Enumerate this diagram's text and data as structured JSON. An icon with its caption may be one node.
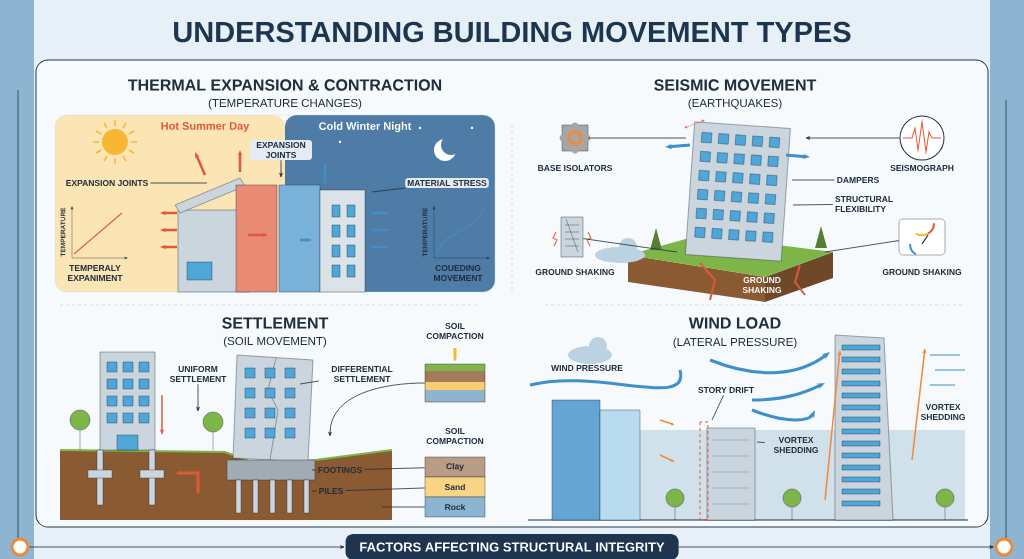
{
  "diagram": {
    "title": "UNDERSTANDING BUILDING MOVEMENT TYPES",
    "nodes": [
      {
        "text": [
          "Hot Summer Day",
          "Cold Winter Night"
        ]
      },
      {
        "text": [
          "EXPANSION JOINTS"
        ],
        "in": 0
      },
      {
        "text": [
          "EXPANSION JOINTS"
        ],
        "in": 0
      },
      {
        "text": [
          "MATERIAL STRESS"
        ],
        "in": 0
      },
      {
        "text": [],
        "shape": "picture",
        "beside": [
          "BASE ISOLATORS"
        ]
      },
      {
        "text": [],
        "shape": "circle",
        "beside": [
          "SEISMOGRAPH"
        ]
      },
      {
        "text": [
          "DAMPERS"
        ]
      },
      {
        "text": [
          "STRUCTURAL FLEXIBILITY"
        ]
      },
      {
        "text": [],
        "shape": "picture",
        "beside": [
          "GROUND SHAKING"
        ]
      },
      {
        "text": [],
        "shape": "picture",
        "beside": [
          "GROUND SHAKING"
        ]
      },
      {
        "text": [
          "UNIFORM SETTLEMENT"
        ]
      },
      {
        "text": [
          "DIFFERENTIAL SETTLEMENT"
        ]
      },
      {
        "text": [],
        "shape": "picture"
      },
      {
        "text": [
          "Clay"
        ]
      },
      {
        "text": [
          "Sand"
        ]
      },
      {
        "text": [
          "Rock"
        ]
      },
      {
        "text": [
          "FOOTINGS"
        ]
      },
      {
        "text": [
          "PILES"
        ]
      },
      {
        "text": [
          "STORY DRIFT"
        ]
      },
      {
        "text": [
          "VORTEX SHEDDING"
        ]
      },
      {
        "text": [],
        "shape": "circle"
      },
      {
        "text": [
          "FACTORS AFFECTING STRUCTURAL INTEGRITY"
        ]
      },
      {
        "text": [],
        "shape": "circle"
      }
    ],
    "edges": [
      {
        "from": 1,
        "to": null,
        "arrow": "none"
      },
      {
        "from": 2,
        "to": null,
        "arrow": "to"
      },
      {
        "from": 3,
        "to": null,
        "arrow": "none"
      },
      {
        "from": 4,
        "to": null,
        "arrow": "none"
      },
      {
        "from": 5,
        "to": null,
        "arrow": "to"
      },
      {
        "from": 6,
        "to": null,
        "arrow": "none"
      },
      {
        "from": 7,
        "to": null,
        "arrow": "none"
      },
      {
        "from": 8,
        "to": null,
        "arrow": "none"
      },
      {
        "from": 9,
        "to": null,
        "arrow": "none"
      },
      {
        "from": 10,
        "to": null,
        "arrow": "to"
      },
      {
        "from": 11,
        "to": null,
        "arrow": "none"
      },
      {
        "from": 12,
        "to": null,
        "arrow": "to"
      },
      {
        "from": 16,
        "to": 13,
        "arrow": "none"
      },
      {
        "from": 17,
        "to": 14,
        "arrow": "none"
      },
      {
        "from": null,
        "to": 15,
        "arrow": "none"
      },
      {
        "from": 16,
        "to": null,
        "arrow": "none"
      },
      {
        "from": 17,
        "to": null,
        "arrow": "none"
      },
      {
        "from": 18,
        "to": null,
        "arrow": "none"
      },
      {
        "from": 19,
        "to": null,
        "arrow": "none"
      },
      {
        "from": 20,
        "to": 21,
        "arrow": "to"
      },
      {
        "from": 21,
        "to": 22,
        "arrow": "to"
      }
    ],
    "labels": [
      "THERMAL EXPANSION & CONTRACTION",
      "(TEMPERATURE CHANGES)",
      "TEMPERATURE",
      "TEMPERATURE",
      "TEMPERALY EXPANIMENT",
      "COUEDING MOVEMENT",
      "SEISMIC MOVEMENT",
      "(EARTHQUAKES)",
      "GROUND SHAKING",
      "SETTLEMENT",
      "(SOIL MOVEMENT)",
      "SOIL COMPACTION",
      "SOIL COMPACTION",
      "WIND LOAD",
      "(LATERAL PRESSURE)",
      "WIND PRESSURE",
      "VORTEX SHEDDING"
    ]
  }
}
